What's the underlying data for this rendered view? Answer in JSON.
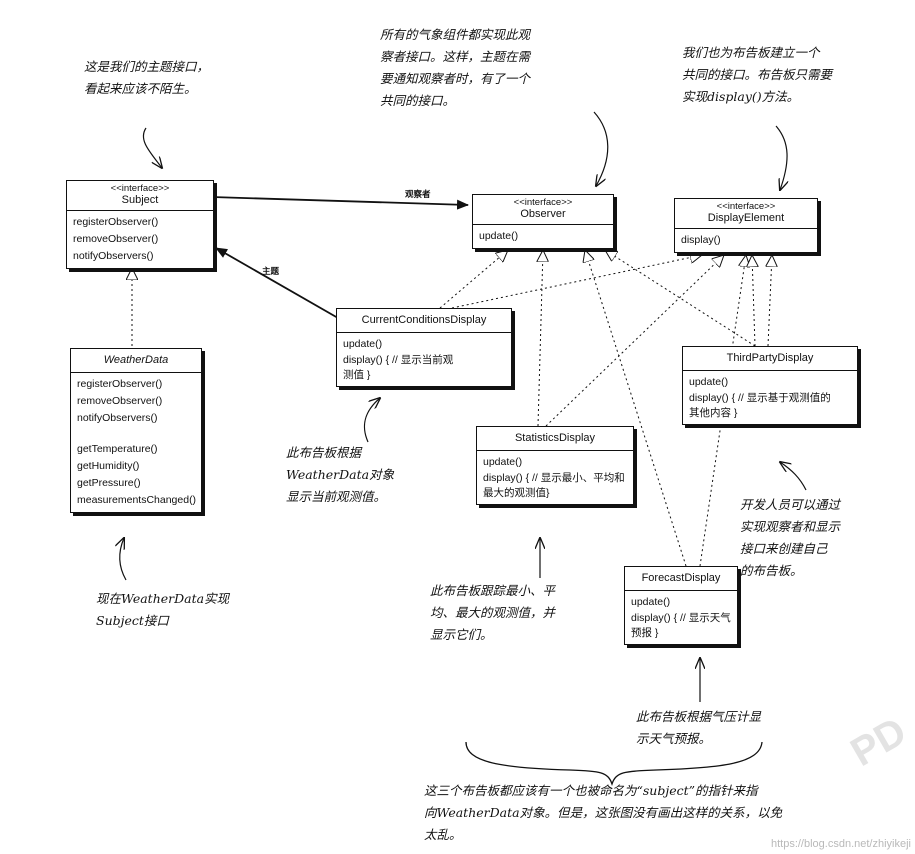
{
  "classes": {
    "subject": {
      "stereotype": "<<interface>>",
      "name": "Subject",
      "methods": [
        "registerObserver()",
        "removeObserver()",
        "notifyObservers()"
      ]
    },
    "observer": {
      "stereotype": "<<interface>>",
      "name": "Observer",
      "methods": [
        "update()"
      ]
    },
    "display_element": {
      "stereotype": "<<interface>>",
      "name": "DisplayElement",
      "methods": [
        "display()"
      ]
    },
    "weather_data": {
      "name": "WeatherData",
      "methods_a": [
        "registerObserver()",
        "removeObserver()",
        "notifyObservers()"
      ],
      "methods_b": [
        "getTemperature()",
        "getHumidity()",
        "getPressure()",
        "measurementsChanged()"
      ]
    },
    "current_conditions": {
      "name": "CurrentConditionsDisplay",
      "update": "update()",
      "display": "display() { // 显示当前观测值 }"
    },
    "third_party": {
      "name": "ThirdPartyDisplay",
      "update": "update()",
      "display": "display() { // 显示基于观测值的其他内容 }"
    },
    "statistics": {
      "name": "StatisticsDisplay",
      "update": "update()",
      "display": "display() { // 显示最小、平均和最大的观测值}"
    },
    "forecast": {
      "name": "ForecastDisplay",
      "update": "update()",
      "display": "display() { // 显示天气预报 }"
    }
  },
  "labels": {
    "observers": "观察者",
    "subject": "主题"
  },
  "notes": {
    "subject_note": "这是我们的主题接口，\n看起来应该不陌生。",
    "observer_note": "所有的气象组件都实现此观\n察者接口。这样，主题在需\n要通知观察者时，有了一个\n共同的接口。",
    "display_note": "我们也为布告板建立一个\n共同的接口。布告板只需要\n实现display()方法。",
    "current_note": "此布告板根据\nWeatherData对象\n显示当前观测值。",
    "weatherdata_note": "现在WeatherData实现\nSubject接口",
    "statistics_note": "此布告板跟踪最小、平\n均、最大的观测值，并\n显示它们。",
    "thirdparty_note": "开发人员可以通过\n实现观察者和显示\n接口来创建自己\n的布告板。",
    "forecast_note": "此布告板根据气压计显\n示天气预报。",
    "bottom_note": "这三个布告板都应该有一个也被命名为“subject”的指针来指\n向WeatherData对象。但是，这张图没有画出这样的关系，以免\n太乱。"
  },
  "watermark": {
    "url": "https://blog.csdn.net/zhiyikeji",
    "pd": "PD"
  }
}
